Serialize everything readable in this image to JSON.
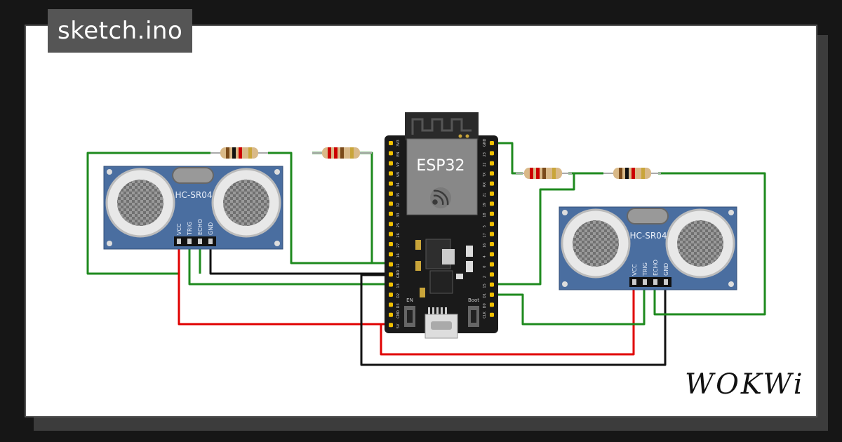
{
  "file": {
    "name": "sketch.ino"
  },
  "brand": {
    "name": "WOKWi"
  },
  "board": {
    "name": "ESP32",
    "left_pins": [
      "3V3",
      "EN",
      "VP",
      "VN",
      "34",
      "35",
      "32",
      "33",
      "25",
      "26",
      "27",
      "14",
      "12",
      "GND",
      "13",
      "D2",
      "D3",
      "CMD",
      "5V"
    ],
    "right_pins": [
      "GND",
      "23",
      "22",
      "TX",
      "RX",
      "21",
      "19",
      "18",
      "5",
      "17",
      "16",
      "4",
      "0",
      "2",
      "15",
      "D1",
      "D0",
      "CLK"
    ],
    "buttons": {
      "left": "EN",
      "right": "Boot"
    }
  },
  "sensors": [
    {
      "name": "HC-SR04",
      "pins": [
        "VCC",
        "TRIG",
        "ECHO",
        "GND"
      ]
    },
    {
      "name": "HC-SR04",
      "pins": [
        "VCC",
        "TRIG",
        "ECHO",
        "GND"
      ]
    }
  ],
  "colors": {
    "wire_green": "#1e8a1e",
    "wire_red": "#e00000",
    "wire_black": "#111111",
    "sensor_blue": "#4a6ea0",
    "board_black": "#1a1a1a",
    "pin_gold": "#f0c000"
  }
}
